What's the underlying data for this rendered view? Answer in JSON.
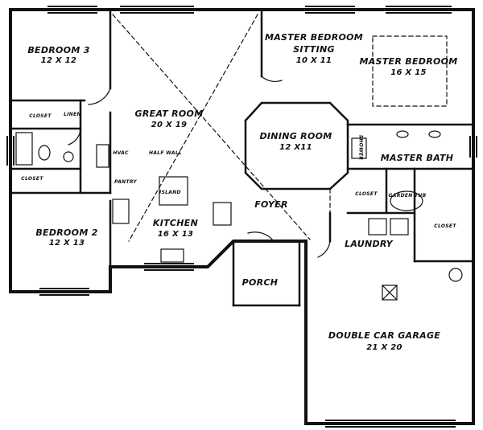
{
  "plan": {
    "rooms": {
      "bedroom3": {
        "name": "BEDROOM 3",
        "size": "12 X 12"
      },
      "great_room": {
        "name": "GREAT ROOM",
        "size": "20 X 19"
      },
      "master_sitting": {
        "name": "MASTER BEDROOM",
        "sub": "SITTING",
        "size": "10 X 11"
      },
      "master_bedroom": {
        "name": "MASTER BEDROOM",
        "size": "16 X 15"
      },
      "dining_room": {
        "name": "DINING ROOM",
        "size": "12 X11"
      },
      "bedroom2": {
        "name": "BEDROOM 2",
        "size": "12 X 13"
      },
      "kitchen": {
        "name": "KITCHEN",
        "size": "16 X 13"
      },
      "master_bath": {
        "name": "MASTER BATH"
      },
      "foyer": {
        "name": "FOYER"
      },
      "laundry": {
        "name": "LAUNDRY"
      },
      "porch": {
        "name": "PORCH"
      },
      "garage": {
        "name": "DOUBLE CAR GARAGE",
        "size": "21 X 20"
      }
    },
    "small_labels": {
      "closet_b3": "CLOSET",
      "linen": "LINEN",
      "closet_b2": "CLOSET",
      "hvac": "HVAC",
      "half_wall": "HALF WALL",
      "pantry": "PANTRY",
      "island": "ISLAND",
      "closet_master": "CLOSET",
      "garden_tub": "GARDEN TUB",
      "shower": "SHOWER",
      "closet_right": "CLOSET"
    }
  }
}
